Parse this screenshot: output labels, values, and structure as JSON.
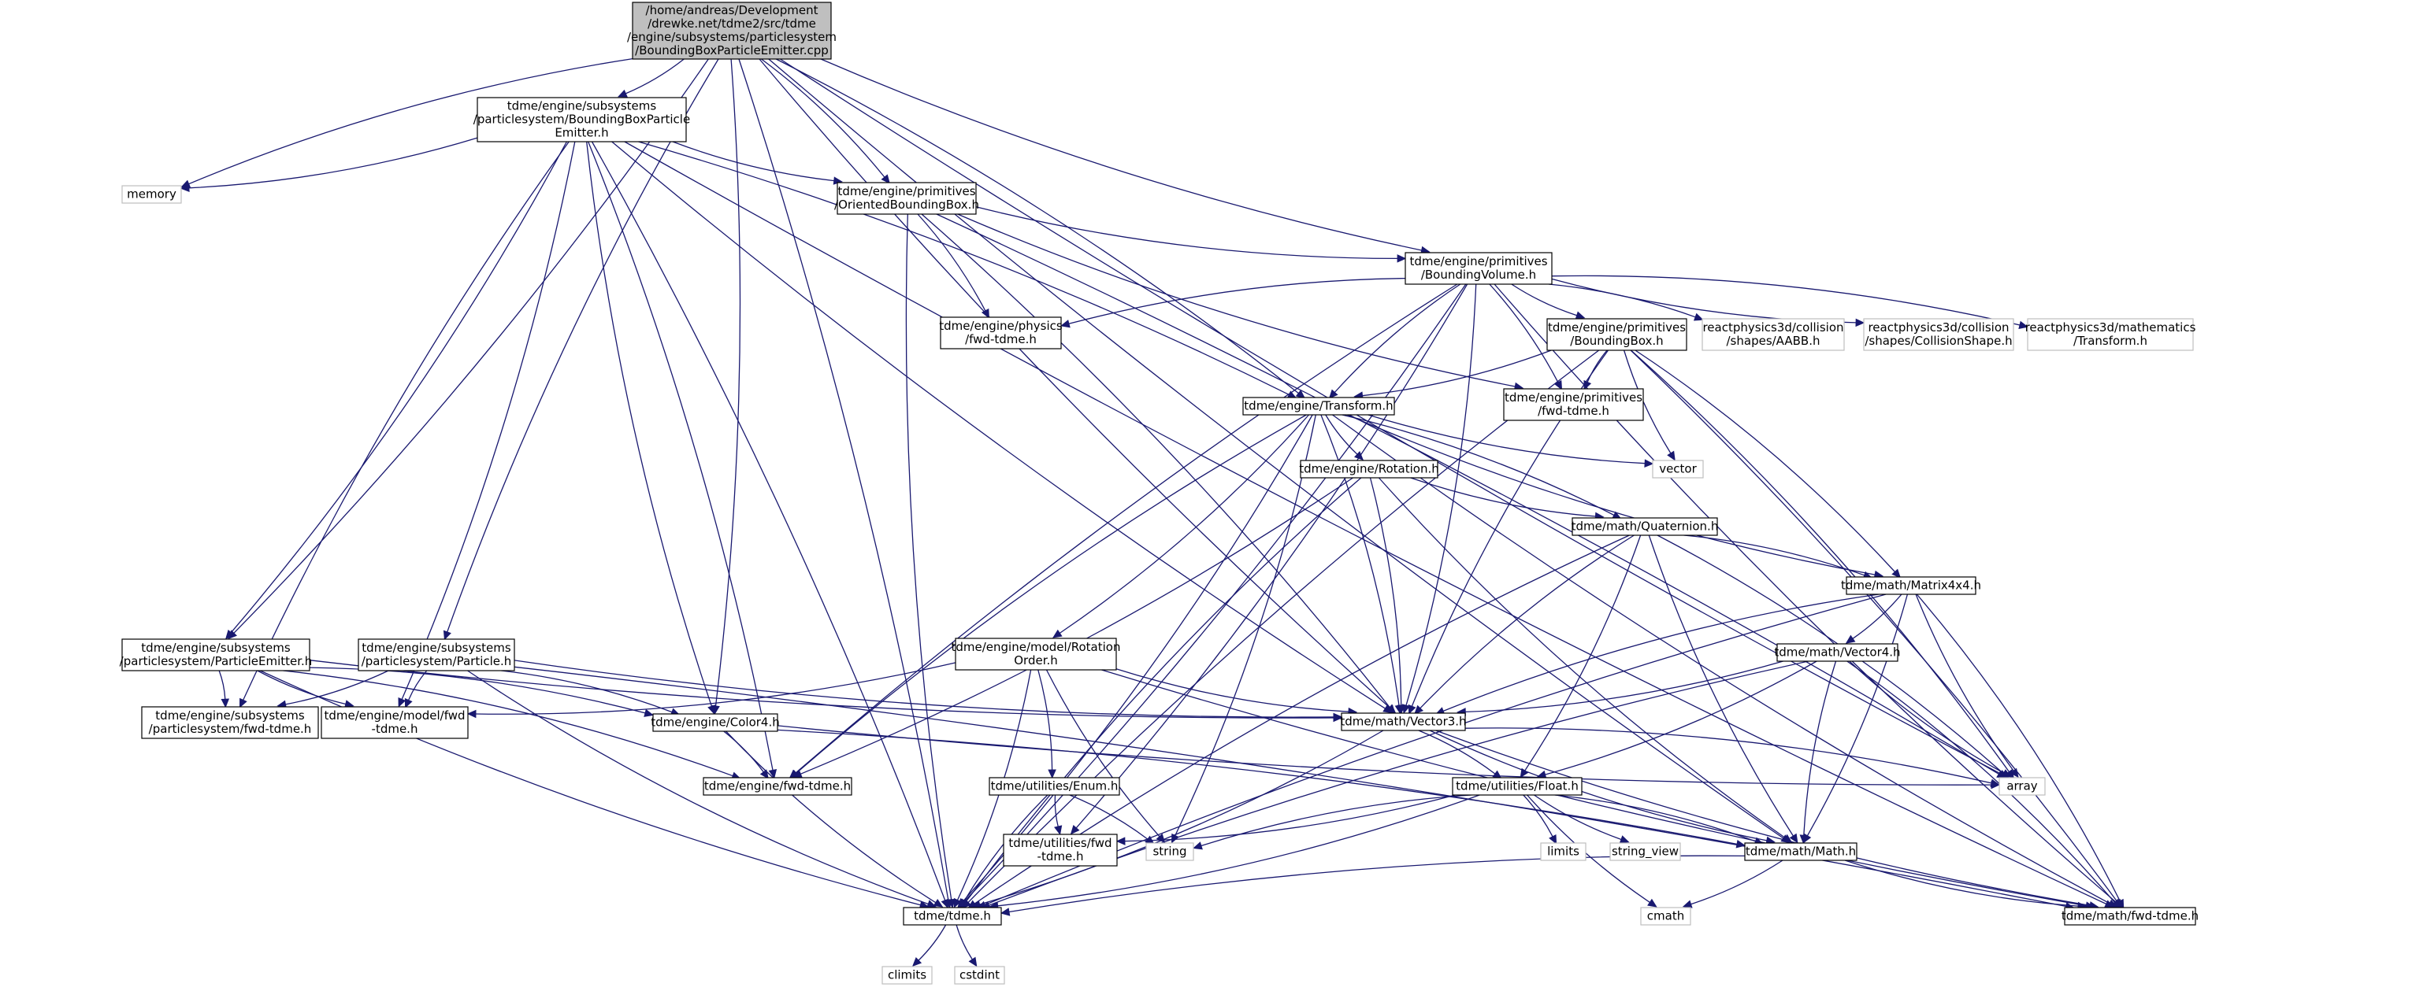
{
  "graph": {
    "edge_color": "#191970",
    "root_fill": "#bfbfbf",
    "documented_border": "#000000",
    "external_border": "#bfbfbf",
    "nodes": [
      {
        "id": "root",
        "kind": "root",
        "lines": [
          "/home/andreas/Development",
          "/drewke.net/tdme2/src/tdme",
          "/engine/subsystems/particlesystem",
          "/BoundingBoxParticleEmitter.cpp"
        ]
      },
      {
        "id": "bbpe_h",
        "kind": "doc",
        "lines": [
          "tdme/engine/subsystems",
          "/particlesystem/BoundingBoxParticle",
          "Emitter.h"
        ]
      },
      {
        "id": "memory",
        "kind": "ext",
        "lines": [
          "memory"
        ]
      },
      {
        "id": "obb",
        "kind": "doc",
        "lines": [
          "tdme/engine/primitives",
          "/OrientedBoundingBox.h"
        ]
      },
      {
        "id": "bv",
        "kind": "doc",
        "lines": [
          "tdme/engine/primitives",
          "/BoundingVolume.h"
        ]
      },
      {
        "id": "physics_fwd",
        "kind": "doc",
        "lines": [
          "tdme/engine/physics",
          "/fwd-tdme.h"
        ]
      },
      {
        "id": "bb",
        "kind": "doc",
        "lines": [
          "tdme/engine/primitives",
          "/BoundingBox.h"
        ]
      },
      {
        "id": "aabb",
        "kind": "ext",
        "lines": [
          "reactphysics3d/collision",
          "/shapes/AABB.h"
        ]
      },
      {
        "id": "cshape",
        "kind": "ext",
        "lines": [
          "reactphysics3d/collision",
          "/shapes/CollisionShape.h"
        ]
      },
      {
        "id": "rtransform",
        "kind": "ext",
        "lines": [
          "reactphysics3d/mathematics",
          "/Transform.h"
        ]
      },
      {
        "id": "prim_fwd",
        "kind": "doc",
        "lines": [
          "tdme/engine/primitives",
          "/fwd-tdme.h"
        ]
      },
      {
        "id": "transform",
        "kind": "doc",
        "lines": [
          "tdme/engine/Transform.h"
        ]
      },
      {
        "id": "vector",
        "kind": "ext",
        "lines": [
          "vector"
        ]
      },
      {
        "id": "rotation",
        "kind": "doc",
        "lines": [
          "tdme/engine/Rotation.h"
        ]
      },
      {
        "id": "quat",
        "kind": "doc",
        "lines": [
          "tdme/math/Quaternion.h"
        ]
      },
      {
        "id": "m44",
        "kind": "doc",
        "lines": [
          "tdme/math/Matrix4x4.h"
        ]
      },
      {
        "id": "pemitter",
        "kind": "doc",
        "lines": [
          "tdme/engine/subsystems",
          "/particlesystem/ParticleEmitter.h"
        ]
      },
      {
        "id": "particle",
        "kind": "doc",
        "lines": [
          "tdme/engine/subsystems",
          "/particlesystem/Particle.h"
        ]
      },
      {
        "id": "rotorder",
        "kind": "doc",
        "lines": [
          "tdme/engine/model/Rotation",
          "Order.h"
        ]
      },
      {
        "id": "v4",
        "kind": "doc",
        "lines": [
          "tdme/math/Vector4.h"
        ]
      },
      {
        "id": "ps_fwd",
        "kind": "doc",
        "lines": [
          "tdme/engine/subsystems",
          "/particlesystem/fwd-tdme.h"
        ]
      },
      {
        "id": "model_fwd",
        "kind": "doc",
        "lines": [
          "tdme/engine/model/fwd",
          "-tdme.h"
        ]
      },
      {
        "id": "color4",
        "kind": "doc",
        "lines": [
          "tdme/engine/Color4.h"
        ]
      },
      {
        "id": "v3",
        "kind": "doc",
        "lines": [
          "tdme/math/Vector3.h"
        ]
      },
      {
        "id": "array",
        "kind": "ext",
        "lines": [
          "array"
        ]
      },
      {
        "id": "eng_fwd",
        "kind": "doc",
        "lines": [
          "tdme/engine/fwd-tdme.h"
        ]
      },
      {
        "id": "enum",
        "kind": "doc",
        "lines": [
          "tdme/utilities/Enum.h"
        ]
      },
      {
        "id": "float",
        "kind": "doc",
        "lines": [
          "tdme/utilities/Float.h"
        ]
      },
      {
        "id": "util_fwd",
        "kind": "doc",
        "lines": [
          "tdme/utilities/fwd",
          "-tdme.h"
        ]
      },
      {
        "id": "string",
        "kind": "ext",
        "lines": [
          "string"
        ]
      },
      {
        "id": "limits",
        "kind": "ext",
        "lines": [
          "limits"
        ]
      },
      {
        "id": "string_view",
        "kind": "ext",
        "lines": [
          "string_view"
        ]
      },
      {
        "id": "math_h",
        "kind": "doc",
        "lines": [
          "tdme/math/Math.h"
        ]
      },
      {
        "id": "tdme_h",
        "kind": "doc",
        "lines": [
          "tdme/tdme.h"
        ]
      },
      {
        "id": "cmath",
        "kind": "ext",
        "lines": [
          "cmath"
        ]
      },
      {
        "id": "math_fwd",
        "kind": "doc",
        "lines": [
          "tdme/math/fwd-tdme.h"
        ]
      },
      {
        "id": "climits",
        "kind": "ext",
        "lines": [
          "climits"
        ]
      },
      {
        "id": "cstdint",
        "kind": "ext",
        "lines": [
          "cstdint"
        ]
      }
    ],
    "edges": [
      [
        "root",
        "bbpe_h"
      ],
      [
        "root",
        "memory"
      ],
      [
        "root",
        "obb"
      ],
      [
        "root",
        "bv"
      ],
      [
        "root",
        "pemitter"
      ],
      [
        "root",
        "particle"
      ],
      [
        "root",
        "color4"
      ],
      [
        "root",
        "v3"
      ],
      [
        "root",
        "transform"
      ],
      [
        "root",
        "math_h"
      ],
      [
        "root",
        "tdme_h"
      ],
      [
        "root",
        "array"
      ],
      [
        "bbpe_h",
        "memory"
      ],
      [
        "bbpe_h",
        "obb"
      ],
      [
        "bbpe_h",
        "pemitter"
      ],
      [
        "bbpe_h",
        "ps_fwd"
      ],
      [
        "bbpe_h",
        "model_fwd"
      ],
      [
        "bbpe_h",
        "color4"
      ],
      [
        "bbpe_h",
        "eng_fwd"
      ],
      [
        "bbpe_h",
        "v3"
      ],
      [
        "bbpe_h",
        "tdme_h"
      ],
      [
        "bbpe_h",
        "math_fwd"
      ],
      [
        "bbpe_h",
        "transform"
      ],
      [
        "obb",
        "bv"
      ],
      [
        "obb",
        "physics_fwd"
      ],
      [
        "obb",
        "prim_fwd"
      ],
      [
        "obb",
        "v3"
      ],
      [
        "obb",
        "tdme_h"
      ],
      [
        "obb",
        "array"
      ],
      [
        "bv",
        "bb"
      ],
      [
        "bv",
        "aabb"
      ],
      [
        "bv",
        "cshape"
      ],
      [
        "bv",
        "rtransform"
      ],
      [
        "bv",
        "physics_fwd"
      ],
      [
        "bv",
        "prim_fwd"
      ],
      [
        "bv",
        "transform"
      ],
      [
        "bv",
        "v3"
      ],
      [
        "bv",
        "math_fwd"
      ],
      [
        "bv",
        "tdme_h"
      ],
      [
        "bv",
        "eng_fwd"
      ],
      [
        "bv",
        "util_fwd"
      ],
      [
        "bb",
        "prim_fwd"
      ],
      [
        "bb",
        "transform"
      ],
      [
        "bb",
        "vector"
      ],
      [
        "bb",
        "m44"
      ],
      [
        "bb",
        "v3"
      ],
      [
        "bb",
        "math_fwd"
      ],
      [
        "bb",
        "tdme_h"
      ],
      [
        "bb",
        "array"
      ],
      [
        "transform",
        "rotation"
      ],
      [
        "transform",
        "quat"
      ],
      [
        "transform",
        "m44"
      ],
      [
        "transform",
        "v3"
      ],
      [
        "transform",
        "vector"
      ],
      [
        "transform",
        "rotorder"
      ],
      [
        "transform",
        "eng_fwd"
      ],
      [
        "transform",
        "tdme_h"
      ],
      [
        "transform",
        "math_fwd"
      ],
      [
        "transform",
        "string"
      ],
      [
        "rotation",
        "quat"
      ],
      [
        "rotation",
        "v3"
      ],
      [
        "rotation",
        "math_h"
      ],
      [
        "rotation",
        "eng_fwd"
      ],
      [
        "rotation",
        "tdme_h"
      ],
      [
        "quat",
        "m44"
      ],
      [
        "quat",
        "v3"
      ],
      [
        "quat",
        "float"
      ],
      [
        "quat",
        "math_h"
      ],
      [
        "quat",
        "array"
      ],
      [
        "quat",
        "tdme_h"
      ],
      [
        "m44",
        "v4"
      ],
      [
        "m44",
        "v3"
      ],
      [
        "m44",
        "math_h"
      ],
      [
        "m44",
        "array"
      ],
      [
        "m44",
        "math_fwd"
      ],
      [
        "m44",
        "tdme_h"
      ],
      [
        "v4",
        "v3"
      ],
      [
        "v4",
        "math_h"
      ],
      [
        "v4",
        "float"
      ],
      [
        "v4",
        "array"
      ],
      [
        "v4",
        "math_fwd"
      ],
      [
        "v4",
        "tdme_h"
      ],
      [
        "pemitter",
        "ps_fwd"
      ],
      [
        "pemitter",
        "model_fwd"
      ],
      [
        "pemitter",
        "color4"
      ],
      [
        "pemitter",
        "v3"
      ],
      [
        "pemitter",
        "eng_fwd"
      ],
      [
        "pemitter",
        "tdme_h"
      ],
      [
        "particle",
        "ps_fwd"
      ],
      [
        "particle",
        "model_fwd"
      ],
      [
        "particle",
        "color4"
      ],
      [
        "particle",
        "v3"
      ],
      [
        "particle",
        "math_fwd"
      ],
      [
        "particle",
        "tdme_h"
      ],
      [
        "rotorder",
        "enum"
      ],
      [
        "rotorder",
        "v3"
      ],
      [
        "rotorder",
        "model_fwd"
      ],
      [
        "rotorder",
        "string"
      ],
      [
        "rotorder",
        "tdme_h"
      ],
      [
        "rotorder",
        "math_fwd"
      ],
      [
        "color4",
        "eng_fwd"
      ],
      [
        "color4",
        "array"
      ],
      [
        "color4",
        "math_h"
      ],
      [
        "color4",
        "tdme_h"
      ],
      [
        "v3",
        "float"
      ],
      [
        "v3",
        "math_h"
      ],
      [
        "v3",
        "array"
      ],
      [
        "v3",
        "math_fwd"
      ],
      [
        "v3",
        "tdme_h"
      ],
      [
        "enum",
        "util_fwd"
      ],
      [
        "enum",
        "string"
      ],
      [
        "enum",
        "tdme_h"
      ],
      [
        "float",
        "util_fwd"
      ],
      [
        "float",
        "string"
      ],
      [
        "float",
        "limits"
      ],
      [
        "float",
        "string_view"
      ],
      [
        "float",
        "math_h"
      ],
      [
        "float",
        "cmath"
      ],
      [
        "float",
        "tdme_h"
      ],
      [
        "math_h",
        "tdme_h"
      ],
      [
        "math_h",
        "cmath"
      ],
      [
        "math_h",
        "math_fwd"
      ],
      [
        "tdme_h",
        "climits"
      ],
      [
        "tdme_h",
        "cstdint"
      ]
    ]
  }
}
